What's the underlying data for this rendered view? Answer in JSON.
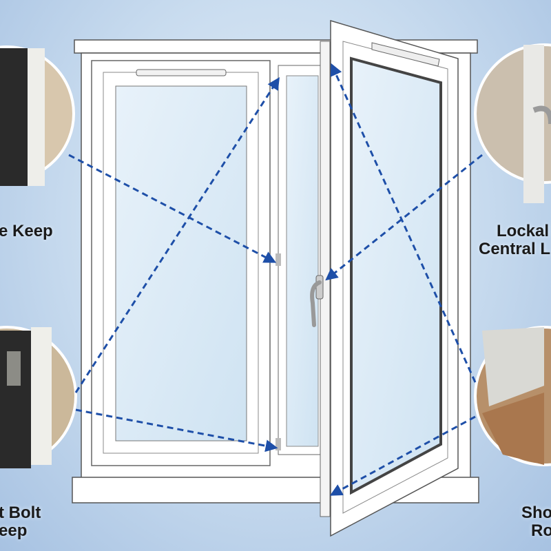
{
  "colors": {
    "arrow": "#1e4fa8",
    "frame": "#ffffff",
    "glass": "#dcebf6",
    "background": "#c9dcef"
  },
  "callouts": [
    {
      "id": "top-left",
      "lines": [
        "e Keep"
      ]
    },
    {
      "id": "top-right",
      "lines": [
        "Lockal",
        "Central L"
      ]
    },
    {
      "id": "bottom-left",
      "lines": [
        "t Bolt",
        "eep"
      ]
    },
    {
      "id": "bottom-right",
      "lines": [
        "Sho",
        "Ro"
      ]
    }
  ]
}
